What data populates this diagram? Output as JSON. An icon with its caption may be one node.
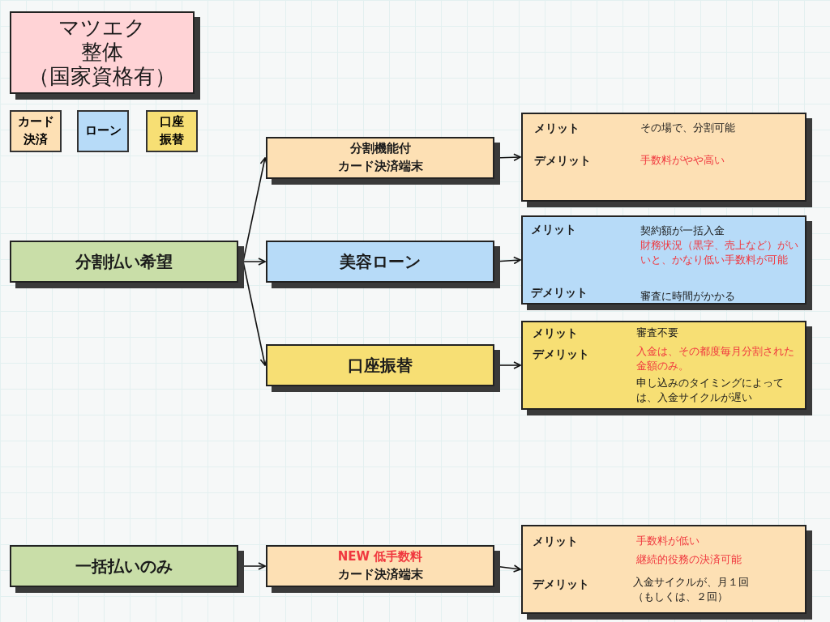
{
  "diagram": {
    "nodes": [
      {
        "text": [
          "マツエク",
          "整体",
          "（国家資格有）"
        ]
      },
      {
        "text": [
          "分割払い希望"
        ]
      },
      {
        "text": [
          "分割機能付",
          "カード決済端末"
        ]
      },
      {
        "text": [
          "美容ローン"
        ]
      },
      {
        "text": [
          "口座振替"
        ]
      },
      {
        "text": [
          "一括払いのみ"
        ]
      },
      {
        "text": [
          "NEW 低手数料",
          "カード決済端末"
        ]
      },
      {
        "text": [
          "メリット",
          "その場で、分割可能",
          "デメリット",
          "手数料がやや高い"
        ]
      },
      {
        "text": [
          "メリット",
          "契約額が一括入金",
          "財務状況（黒字、売上など）がいいと、かなり低い手数料が可能",
          "デメリット",
          "審査に時間がかかる"
        ]
      },
      {
        "text": [
          "メリット",
          "審査不要",
          "デメリット",
          "入金は、その都度毎月分割された金額のみ。",
          "申し込みのタイミングによっては、入金サイクルが遅い"
        ]
      },
      {
        "text": [
          "メリット",
          "手数料が低い",
          "継続的役務の決済可能",
          "デメリット",
          "入金サイクルが、月１回（もしくは、２回）"
        ]
      }
    ],
    "edges": [
      {
        "from": 1,
        "to": 2,
        "arrow": "to"
      },
      {
        "from": 1,
        "to": 3,
        "arrow": "to"
      },
      {
        "from": 1,
        "to": 4,
        "arrow": "to"
      },
      {
        "from": 2,
        "to": 7,
        "arrow": "to"
      },
      {
        "from": 3,
        "to": 8,
        "arrow": "to"
      },
      {
        "from": 4,
        "to": 9,
        "arrow": "to"
      },
      {
        "from": 5,
        "to": 6,
        "arrow": "to"
      },
      {
        "from": 6,
        "to": 10,
        "arrow": "to"
      }
    ],
    "legend": [
      {
        "text": "カード決済",
        "color": "#fde0b4"
      },
      {
        "text": "ローン",
        "color": "#b7dbf8"
      },
      {
        "text": "口座振替",
        "color": "#f7df74"
      }
    ]
  }
}
